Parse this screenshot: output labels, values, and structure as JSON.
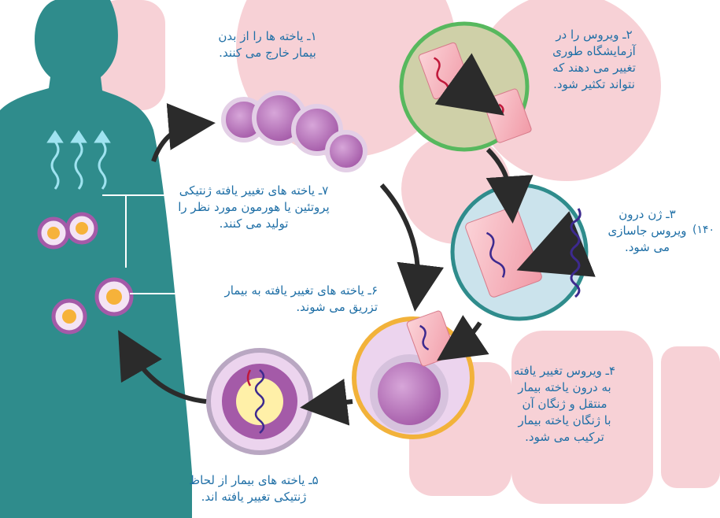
{
  "steps": {
    "s1": "۱ـ یاخته ها را از بدن\nبیمار خارج می کنند.",
    "s2": "۲ـ ویروس را در\nآزمایشگاه طوری\nتغییر می دهند که\nنتواند تکثیر شود.",
    "s3": "۳ـ ژن درون\nویروس جاسازی\nمی شود.",
    "s4": "۴ـ ویروس تغییر یافته\nبه درون یاخته بیمار\nمنتقل و ژنگان آن\nبا ژنگان یاخته بیمار\nترکیب می شود.",
    "s5": "۵ـ یاخته های بیمار از لحاظ\nژنتیکی تغییر یافته اند.",
    "s6": "۶ـ یاخته های تغییر یافته به بیمار\nتزریق می شوند.",
    "s7": "۷ـ یاخته های تغییر یافته ژنتیکی\nپروتئین یا هورمون مورد نظر را\nتولید می کنند."
  },
  "edge_fragment": "(۱۴۰",
  "colors": {
    "figure": "#2f8c8c",
    "label_text": "#1f6fa6",
    "arrow": "#2b2b2b",
    "watermark": "#f6c9cf",
    "cell_purple": "#a45aa8",
    "virus_pink": "#f3aab4"
  }
}
